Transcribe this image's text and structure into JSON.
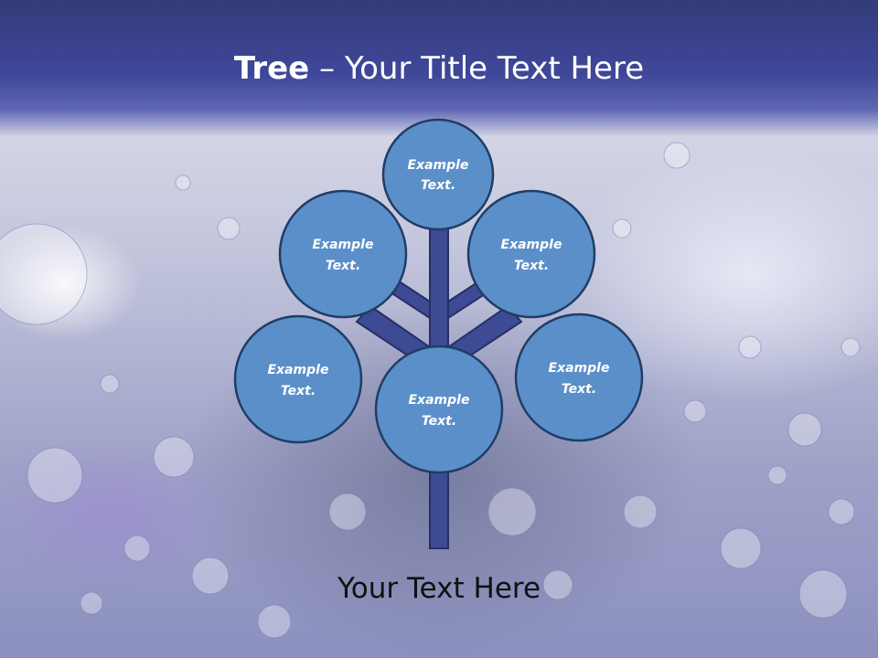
{
  "slide": {
    "title_bold": "Tree",
    "title_separator": " – ",
    "title_rest": "Your Title Text Here",
    "caption": "Your Text Here"
  },
  "colors": {
    "header": "#3f479a",
    "node_fill": "#5b8fc9",
    "node_stroke": "#1f3d67",
    "trunk": "#3d4a94",
    "trunk_stroke": "#253066",
    "text": "#ffffff"
  },
  "nodes": [
    {
      "id": "top",
      "line1": "Example",
      "line2": "Text."
    },
    {
      "id": "upper-left",
      "line1": "Example",
      "line2": "Text."
    },
    {
      "id": "upper-right",
      "line1": "Example",
      "line2": "Text."
    },
    {
      "id": "lower-left",
      "line1": "Example",
      "line2": "Text."
    },
    {
      "id": "center",
      "line1": "Example",
      "line2": "Text."
    },
    {
      "id": "lower-right",
      "line1": "Example",
      "line2": "Text."
    }
  ]
}
